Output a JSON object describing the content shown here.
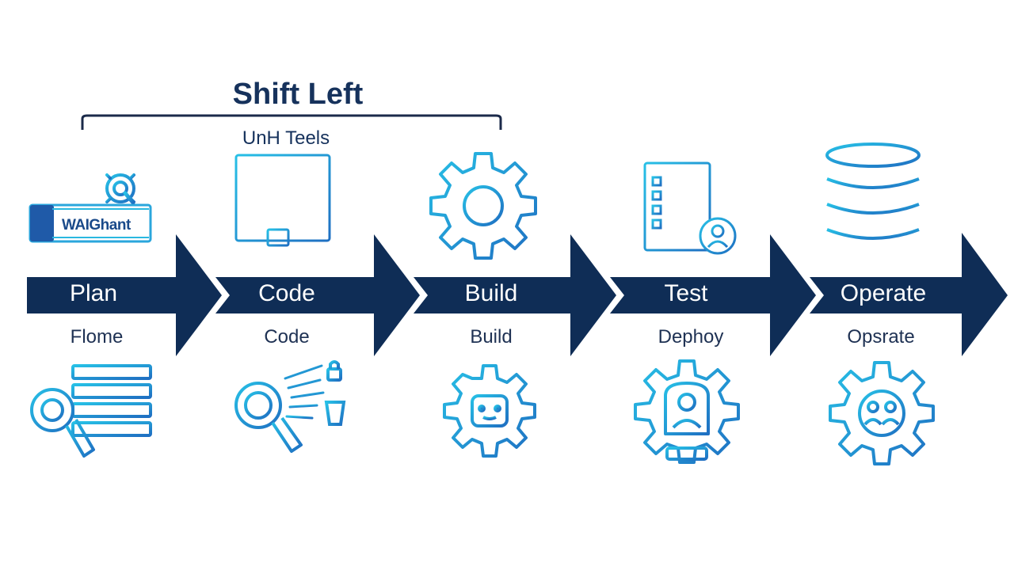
{
  "title": "Shift Left",
  "bracket_label": "UnH Teels",
  "stages": [
    {
      "label": "Plan",
      "below": "Flome"
    },
    {
      "label": "Code",
      "below": "Code"
    },
    {
      "label": "Build",
      "below": "Build"
    },
    {
      "label": "Test",
      "below": "Dephoy"
    },
    {
      "label": "Operate",
      "below": "Opsrate"
    }
  ],
  "plan_tag_text": "WAIGhant",
  "colors": {
    "arrow": "#0f2d56",
    "icon_light": "#29b8e0",
    "icon_mid": "#1f82c9",
    "icon_dark": "#1d5aa6",
    "text_dark": "#16325c"
  },
  "icons": [
    "gear-search-icon",
    "document-list-icon",
    "gear-icon",
    "checklist-icon",
    "database-icon",
    "search-list-icon",
    "search-motion-icon",
    "gear-robot-icon",
    "gear-person-icon",
    "gear-team-icon"
  ]
}
